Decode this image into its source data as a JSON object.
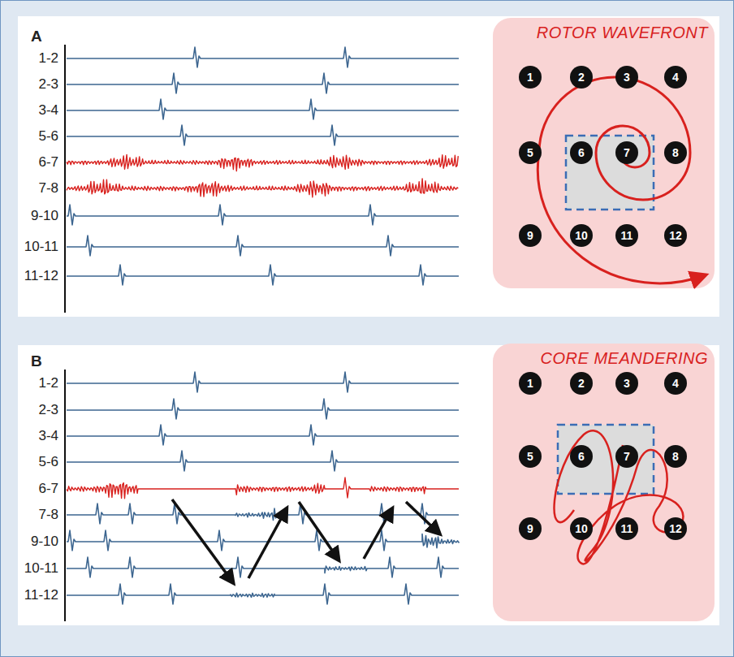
{
  "diagram": {
    "nodes": [
      {
        "text": [
          "ROTOR WAVEFRONT"
        ]
      },
      {
        "text": [
          "1"
        ],
        "in": 0
      },
      {
        "text": [
          "2"
        ],
        "in": 0
      },
      {
        "text": [
          "3"
        ],
        "in": 0
      },
      {
        "text": [
          "4"
        ],
        "in": 0
      },
      {
        "text": [
          "5"
        ],
        "in": 0
      },
      {
        "text": [
          "6"
        ],
        "in": 0
      },
      {
        "text": [
          "7"
        ],
        "in": 0
      },
      {
        "text": [
          "8"
        ],
        "in": 0
      },
      {
        "text": [
          "9"
        ],
        "in": 0
      },
      {
        "text": [
          "10"
        ],
        "in": 0
      },
      {
        "text": [
          "11"
        ],
        "in": 0
      },
      {
        "text": [
          "12"
        ],
        "in": 0
      },
      {
        "text": [
          "CORE MEANDERING"
        ]
      },
      {
        "text": [
          "1"
        ],
        "in": 13
      },
      {
        "text": [
          "2"
        ],
        "in": 13
      },
      {
        "text": [
          "3"
        ],
        "in": 13
      },
      {
        "text": [
          "4"
        ],
        "in": 13
      },
      {
        "text": [
          "5"
        ],
        "in": 13
      },
      {
        "text": [
          "6"
        ],
        "in": 13
      },
      {
        "text": [
          "7"
        ],
        "in": 13
      },
      {
        "text": [
          "8"
        ],
        "in": 13
      },
      {
        "text": [
          "9"
        ],
        "in": 13
      },
      {
        "text": [
          "10"
        ],
        "in": 13
      },
      {
        "text": [
          "11"
        ],
        "in": 13
      },
      {
        "text": [
          "12"
        ],
        "in": 13
      }
    ],
    "labels": [
      "A",
      "1-2",
      "2-3",
      "3-4",
      "5-6",
      "6-7",
      "7-8",
      "9-10",
      "10-11",
      "11-12",
      "B",
      "1-2",
      "2-3",
      "3-4",
      "5-6",
      "6-7",
      "7-8",
      "9-10",
      "10-11",
      "11-12"
    ]
  }
}
